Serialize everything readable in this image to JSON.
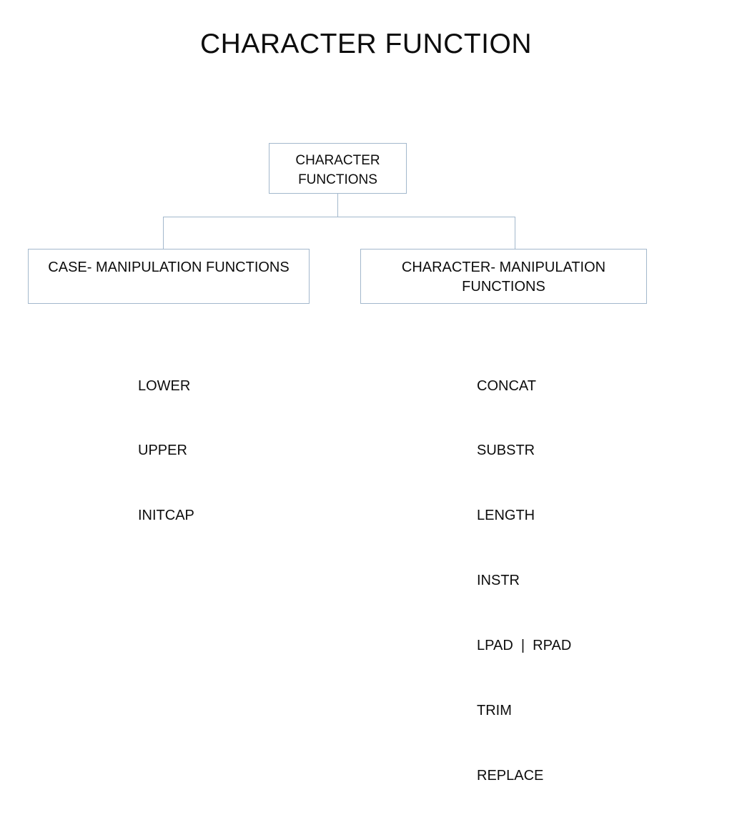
{
  "slide": {
    "title": "CHARACTER FUNCTION",
    "background_color": "#ffffff",
    "text_color": "#0d0d0d",
    "line_color": "#a3b8cc"
  },
  "diagram": {
    "type": "hierarchy-tree",
    "root": {
      "label": "CHARACTER\nFUNCTIONS",
      "line1": "CHARACTER",
      "line2": "FUNCTIONS"
    },
    "branches": [
      {
        "id": "case-manipulation",
        "label": "CASE- MANIPULATION FUNCTIONS",
        "functions": [
          "LOWER",
          "UPPER",
          "INITCAP"
        ]
      },
      {
        "id": "character-manipulation",
        "label": "CHARACTER- MANIPULATION\nFUNCTIONS",
        "line1": "CHARACTER- MANIPULATION",
        "line2": "FUNCTIONS",
        "functions": [
          "CONCAT",
          "SUBSTR",
          "LENGTH",
          "INSTR",
          "LPAD  |  RPAD",
          "TRIM",
          "REPLACE"
        ]
      }
    ]
  }
}
